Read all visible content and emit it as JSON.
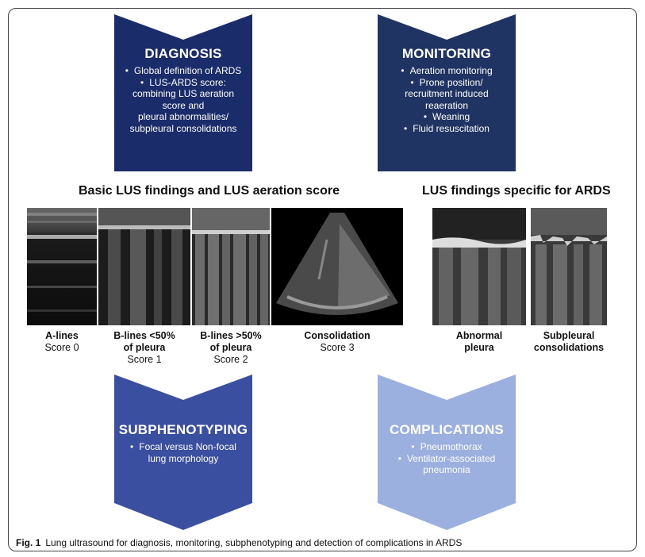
{
  "colors": {
    "diagnosis": "#1a2c69",
    "monitoring": "#1f3463",
    "subphenotyping": "#3b4fa1",
    "complications": "#9bb0de"
  },
  "diagnosis": {
    "title": "DIAGNOSIS",
    "items": [
      "Global definition of ARDS",
      "LUS-ARDS score:",
      "combining LUS aeration",
      "score and",
      "pleural abnormalities/",
      "subpleural consolidations"
    ]
  },
  "monitoring": {
    "title": "MONITORING",
    "items": [
      "Aeration monitoring",
      "Prone position/",
      "recruitment induced",
      "reaeration",
      "Weaning",
      "Fluid resuscitation"
    ]
  },
  "basic_heading": "Basic LUS findings and LUS aeration score",
  "ards_heading": "LUS findings specific for ARDS",
  "findings": [
    {
      "line1": "A-lines",
      "line2": "",
      "score": "Score 0"
    },
    {
      "line1": "B-lines <50%",
      "line2": "of pleura",
      "score": "Score 1"
    },
    {
      "line1": "B-lines >50%",
      "line2": "of pleura",
      "score": "Score 2"
    },
    {
      "line1": "Consolidation",
      "line2": "",
      "score": "Score 3"
    }
  ],
  "ards_findings": [
    {
      "line1": "Abnormal",
      "line2": "pleura"
    },
    {
      "line1": "Subpleural",
      "line2": "consolidations"
    }
  ],
  "subphenotyping": {
    "title": "SUBPHENOTYPING",
    "items": [
      "Focal versus Non-focal",
      "lung morphology"
    ]
  },
  "complications": {
    "title": "COMPLICATIONS",
    "items": [
      "Pneumothorax",
      "Ventilator-associated",
      "pneumonia"
    ]
  },
  "caption": {
    "fig": "Fig. 1",
    "text": "Lung ultrasound for diagnosis, monitoring, subphenotyping and detection of complications in ARDS"
  }
}
